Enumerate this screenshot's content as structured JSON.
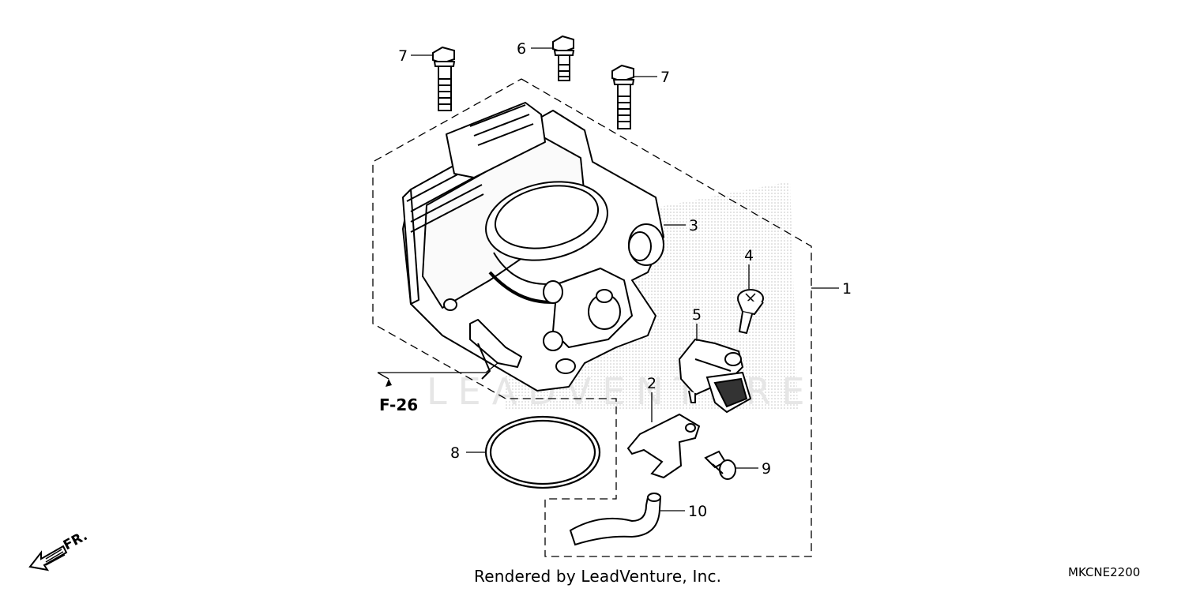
{
  "callouts": [
    {
      "id": "1",
      "label": "1"
    },
    {
      "id": "2",
      "label": "2"
    },
    {
      "id": "3",
      "label": "3"
    },
    {
      "id": "4",
      "label": "4"
    },
    {
      "id": "5",
      "label": "5"
    },
    {
      "id": "6",
      "label": "6"
    },
    {
      "id": "7a",
      "label": "7"
    },
    {
      "id": "7b",
      "label": "7"
    },
    {
      "id": "8",
      "label": "8"
    },
    {
      "id": "9",
      "label": "9"
    },
    {
      "id": "10",
      "label": "10"
    }
  ],
  "reference_label": "F-26",
  "direction_label": "FR.",
  "watermark": "LEADVENTURE",
  "footer_text": "Rendered by LeadVenture, Inc.",
  "diagram_code": "MKCNE2200"
}
